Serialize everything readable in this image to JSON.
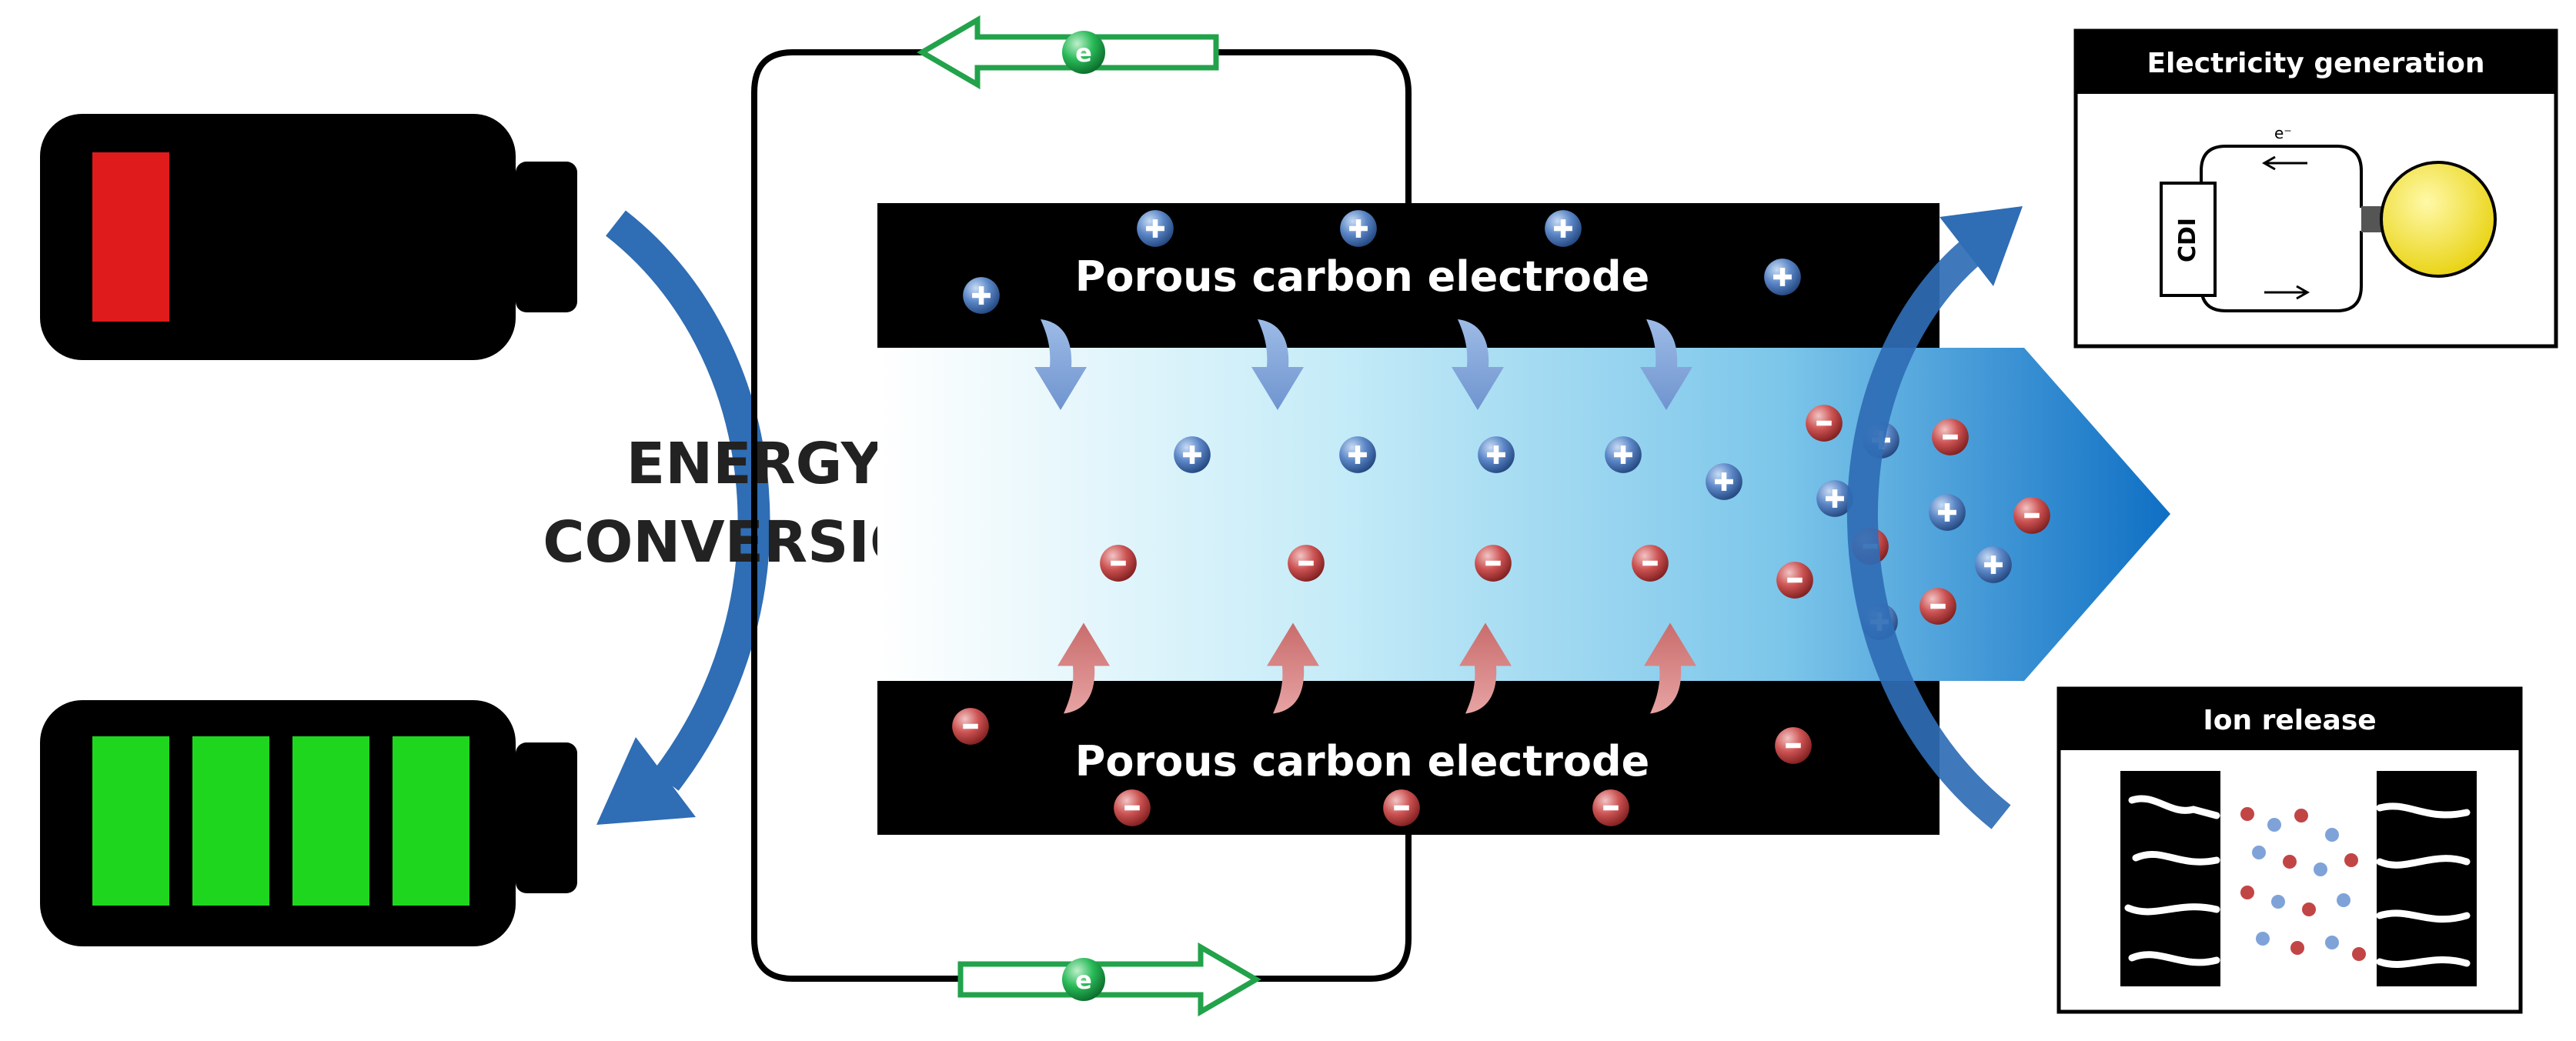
{
  "energy_label": {
    "line1": "ENERGY",
    "line2": "CONVERSION"
  },
  "electrode_top": "Porous carbon electrode",
  "electrode_bottom": "Porous carbon electrode",
  "electron_symbol": "e",
  "cation_symbol": "+",
  "anion_symbol": "-",
  "panel_electricity": {
    "title": "Electricity generation",
    "cdi": "CDI",
    "electron": "e⁻"
  },
  "panel_ion": {
    "title": "Ion release"
  },
  "colors": {
    "battery_low": "#e01b1b",
    "battery_full": "#1fd61f",
    "curved_arrow": "#2f6db5",
    "cation": "#4a72b8",
    "anion": "#c24545",
    "electron": "#1fa84a",
    "flow": "#1478c8",
    "bulb": "#f2e21c"
  }
}
